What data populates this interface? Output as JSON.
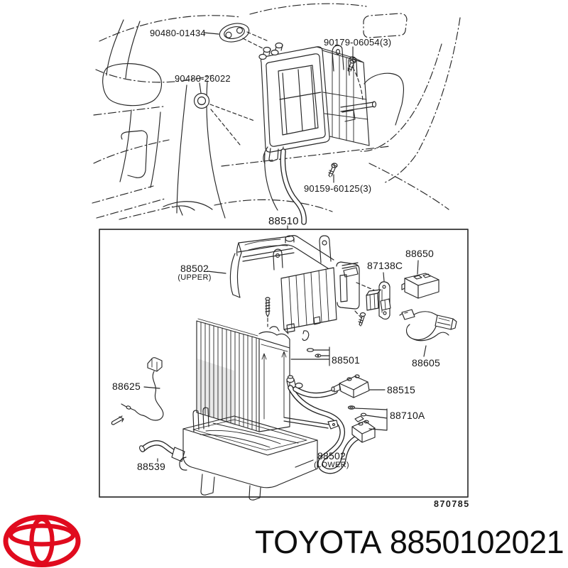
{
  "diagram": {
    "top_labels": {
      "grommet_plate": "90480-01434",
      "screws_upper": "90179-06054(3)",
      "grommet_round": "90480-26022",
      "screws_lower": "90159-60125(3)"
    },
    "assembly": {
      "unit": "88510",
      "case_upper": "88502",
      "case_upper_sub": "(UPPER)",
      "resistor": "87138C",
      "amplifier": "88650",
      "evaporator": "88501",
      "harness": "88605",
      "thermistor": "88625",
      "valve": "88515",
      "tube": "88710A",
      "hose": "88539",
      "case_lower": "88502",
      "case_lower_sub": "(LOWER)",
      "figure_number": "870785"
    }
  },
  "footer": {
    "brand": "TOYOTA",
    "part_number": "8850102021",
    "logo": "toyota-logo",
    "logo_color": "#e00b1e"
  }
}
